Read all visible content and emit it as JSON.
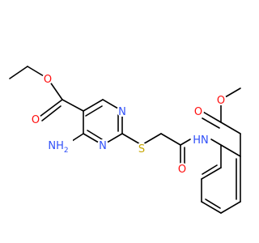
{
  "colors": {
    "bond": "#000000",
    "oxygen": "#ff0d0d",
    "nitrogen": "#3050f8",
    "sulfur": "#c6a600",
    "background": "#ffffff"
  },
  "atoms": {
    "ester_O_carbonyl": "O",
    "ester_O_ether": "O",
    "amino": "NH",
    "amino_sub": "2",
    "pyrimidine_N1": "N",
    "pyrimidine_N3": "N",
    "thioether_S": "S",
    "amide_O": "O",
    "amide_NH": "HN",
    "methyl_ester_O_carbonyl": "O",
    "methyl_ester_O_ether": "O"
  }
}
